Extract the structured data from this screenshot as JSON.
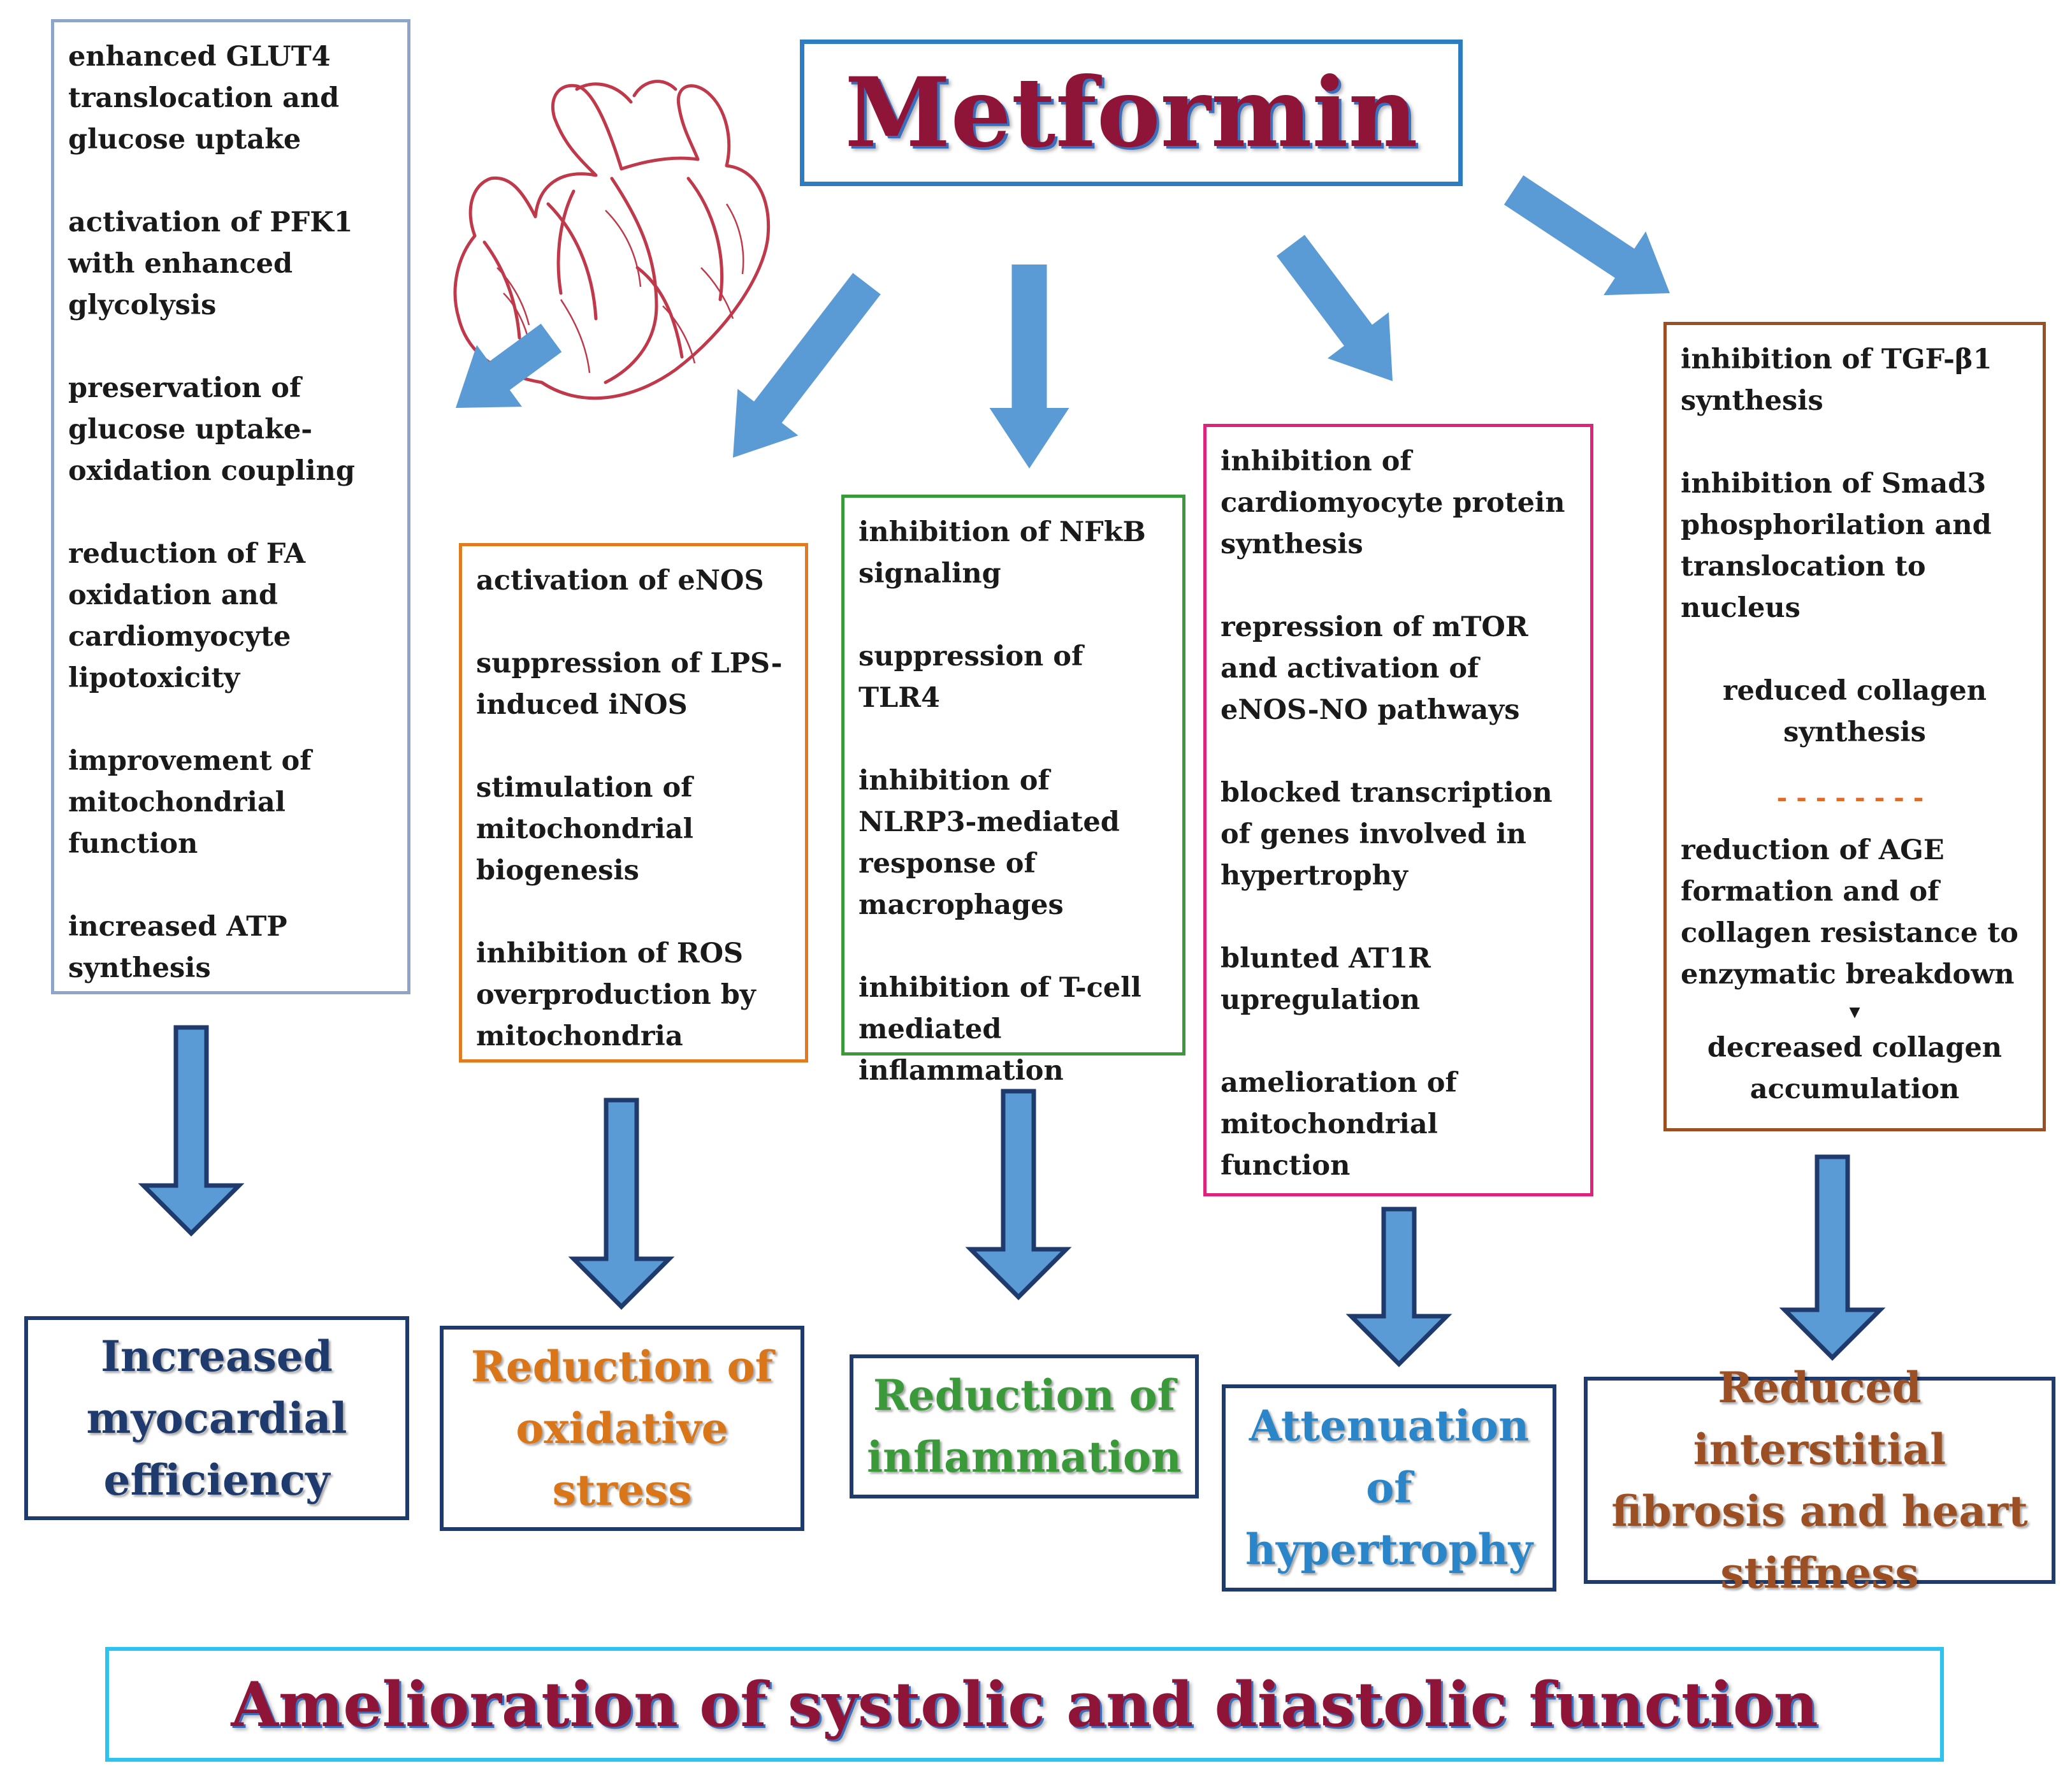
{
  "title": "Metformin",
  "pathways": [
    {
      "items": [
        "enhanced GLUT4 translocation and glucose uptake",
        "activation of PFK1 with enhanced glycolysis",
        "preservation of glucose uptake-oxidation coupling",
        "reduction of FA oxidation and cardiomyocyte lipotoxicity",
        "improvement of mitochondrial function",
        "increased ATP synthesis"
      ],
      "color": "#8ea4c8",
      "outcome_lines": [
        "Increased",
        "myocardial",
        "efficiency"
      ],
      "outcome_color": "#1f3a6d"
    },
    {
      "items": [
        "activation of eNOS",
        "suppression of LPS-induced iNOS",
        "stimulation of mitochondrial biogenesis",
        "inhibition of ROS overproduction by mitochondria"
      ],
      "color": "#e07b1f",
      "outcome_lines": [
        "Reduction of",
        "oxidative",
        "stress"
      ],
      "outcome_color": "#d9761a"
    },
    {
      "items": [
        "inhibition of NFkB signaling",
        "suppression of TLR4",
        "inhibition of NLRP3-mediated response of macrophages",
        "inhibition of T-cell mediated inflammation"
      ],
      "color": "#3a9a3a",
      "outcome_lines": [
        "Reduction of",
        "inflammation"
      ],
      "outcome_color": "#3a9a3a"
    },
    {
      "items": [
        "inhibition of cardiomyocyte protein synthesis",
        "repression of mTOR and activation of eNOS-NO pathways",
        "blocked transcription of genes involved in hypertrophy",
        "blunted AT1R upregulation",
        "amelioration of mitochondrial function"
      ],
      "color": "#e0237a",
      "outcome_lines": [
        "Attenuation",
        "of",
        "hypertrophy"
      ],
      "outcome_color": "#2a86c8"
    },
    {
      "items_top": [
        "inhibition of TGF-β1 synthesis",
        "inhibition of Smad3 phosphorilation and translocation to nucleus"
      ],
      "result_1": [
        "reduced collagen",
        "synthesis"
      ],
      "separator": "--------",
      "items_bottom": [
        "reduction of AGE formation and of collagen resistance to enzymatic breakdown"
      ],
      "result_2": [
        "decreased collagen",
        "accumulation"
      ],
      "color": "#9c4f23",
      "outcome_lines": [
        "Reduced interstitial",
        "fibrosis and heart",
        "stiffness"
      ],
      "outcome_color": "#9c4f23"
    }
  ],
  "footer": "Amelioration of systolic and diastolic function",
  "colors": {
    "arrow_fill": "#5b9bd5",
    "arrow_stroke": "#1f3a6d",
    "title_border": "#2e7cc2",
    "title_text": "#8e1538",
    "outcome_border": "#1f3a6d",
    "footer_border": "#2cc4ef",
    "heart": "#c0394a"
  }
}
